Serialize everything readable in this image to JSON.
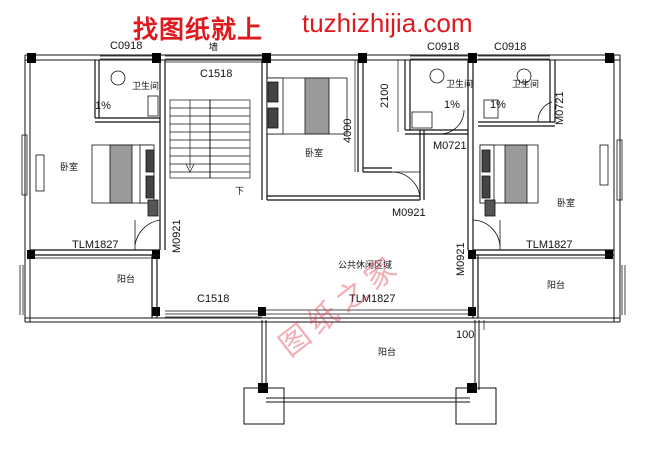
{
  "header": {
    "title_cn": "找图纸就上",
    "site_url": "tuzhizhijia.com"
  },
  "watermark": {
    "text": "图纸之家",
    "color": "#e02a3c"
  },
  "labels": {
    "window_c0918_left": "C0918",
    "window_c0918_mid": "C0918",
    "window_c0918_right": "C0918",
    "window_c1518_top": "C1518",
    "window_c1518_bottom": "C1518",
    "top_partial": "墙",
    "door_tlm1827_left": "TLM1827",
    "door_tlm1827_center": "TLM1827",
    "door_tlm1827_right": "TLM1827",
    "door_m0921_left": "M0921",
    "door_m0921_center": "M0921",
    "door_m0921_right": "M0921",
    "door_m0721_right": "M0721",
    "door_m0721_center": "M0721",
    "dim_2100": "2100",
    "dim_4000": "4000",
    "dim_100": "100",
    "room_bedroom_left": "卧室",
    "room_bedroom_mid": "卧室",
    "room_bedroom_right": "卧室",
    "room_wc_left": "卫生间",
    "room_wc_mid": "卫生间",
    "room_wc_right": "卫生间",
    "slope_left": "1%",
    "slope_mid": "1%",
    "slope_right": "1%",
    "room_balcony_left": "阳台",
    "room_balcony_right": "阳台",
    "room_balcony_bottom": "阳台",
    "room_public_leisure": "公共休闲区域",
    "stair_down": "下"
  },
  "colors": {
    "wall": "#000000",
    "line": "#111111",
    "accent_red": "#e0191f"
  }
}
